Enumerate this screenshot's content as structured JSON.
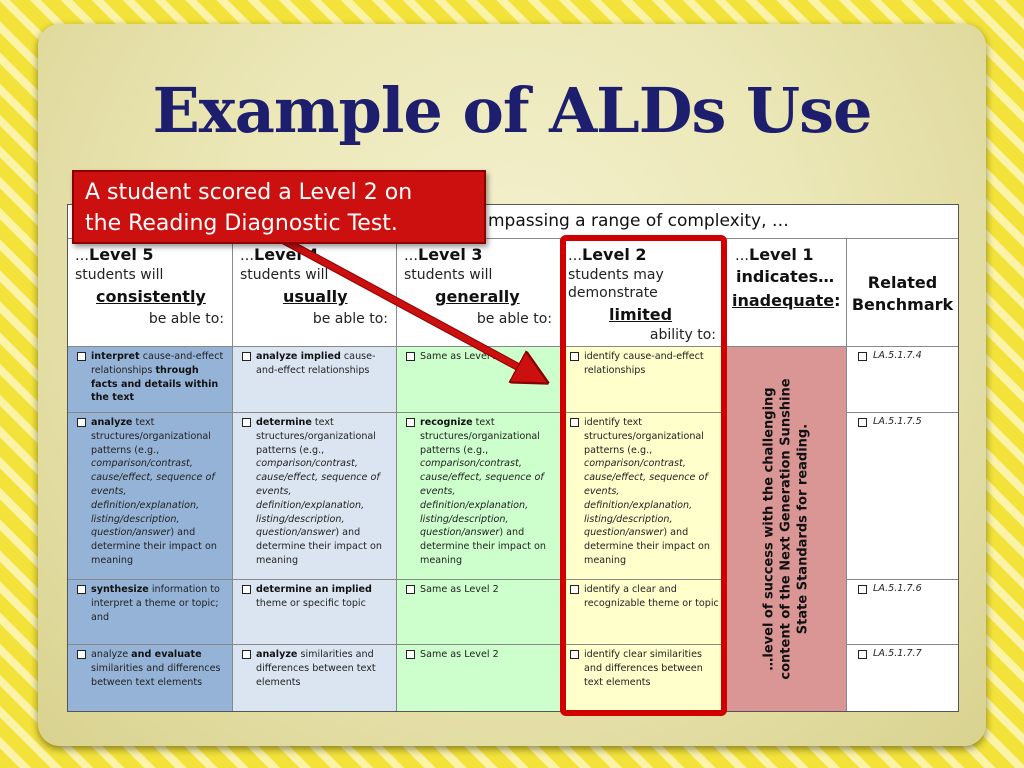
{
  "title": "Example of ALDs Use",
  "callout": {
    "line1": "A student scored a Level 2 on",
    "line2": "the Reading Diagnostic Test."
  },
  "intro": "mpassing a range of complexity, …",
  "headers": {
    "level5": {
      "prefix": "…",
      "level": "Level 5",
      "line2": "students will",
      "key": "consistently",
      "line4": "be able to:"
    },
    "level4": {
      "prefix": "…",
      "level": "Level 4",
      "line2": "students will",
      "key": "usually",
      "line4": "be able to:"
    },
    "level3": {
      "prefix": "…",
      "level": "Level 3",
      "line2": "students will",
      "key": "generally",
      "line4": "be able to:"
    },
    "level2": {
      "prefix": "…",
      "level": "Level 2",
      "line2": "students may",
      "line3": "demonstrate",
      "key": "limited",
      "line4": "ability to:"
    },
    "level1": {
      "prefix": "…",
      "level": "Level 1",
      "line2": "indicates…",
      "key": "inadequate",
      "suffix": ":"
    },
    "benchmark": {
      "line1": "Related",
      "line2": "Benchmark"
    }
  },
  "rows": {
    "r1": {
      "l5": {
        "b1": "interpret",
        "t1": " cause-and-effect relationships ",
        "b2": "through facts and details within the text"
      },
      "l4": {
        "b1": "analyze implied",
        "t1": " cause-and-effect relationships"
      },
      "l3": {
        "t1": "Same as Level 2"
      },
      "l2": {
        "t1": "identify cause-and-effect relationships"
      },
      "bm": "LA.5.1.7.4"
    },
    "r2": {
      "l5": {
        "b1": "analyze"
      },
      "l4": {
        "b1": "determine"
      },
      "l3": {
        "b1": "recognize"
      },
      "l2": {
        "b1": "identify"
      },
      "body": {
        "a": " text structures/organizational patterns (e.g., ",
        "i": "comparison/contrast, cause/effect, sequence of events, definition/explanation, listing/description, question/answer",
        "c": ") and determine their impact on meaning"
      },
      "bm": "LA.5.1.7.5"
    },
    "r3": {
      "l5": {
        "b1": "synthesize",
        "t1": " information to interpret a theme or topic; and"
      },
      "l4": {
        "b1": "determine an implied",
        "t1": " theme or specific topic"
      },
      "l3": {
        "t1": "Same as Level 2"
      },
      "l2": {
        "t1": "identify a clear and recognizable theme or topic"
      },
      "bm": "LA.5.1.7.6"
    },
    "r4": {
      "l5": {
        "t0": "analyze ",
        "b1": "and evaluate",
        "t1": " similarities and differences between text elements"
      },
      "l4": {
        "b1": "analyze",
        "t1": " similarities and differences between text elements"
      },
      "l3": {
        "t1": "Same as Level 2"
      },
      "l2": {
        "t1": "identify clear similarities and differences between text elements"
      },
      "bm": "LA.5.1.7.7"
    }
  },
  "level1_text": "…level of success with the challenging content of the Next Generation Sunshine State Standards for reading.",
  "colors": {
    "level5": "#95b3d7",
    "level4": "#dbe5f1",
    "level3": "#ccffcc",
    "level2": "#ffffcc",
    "level1": "#da9694",
    "highlight": "#d00000",
    "title": "#1e1e6e"
  }
}
